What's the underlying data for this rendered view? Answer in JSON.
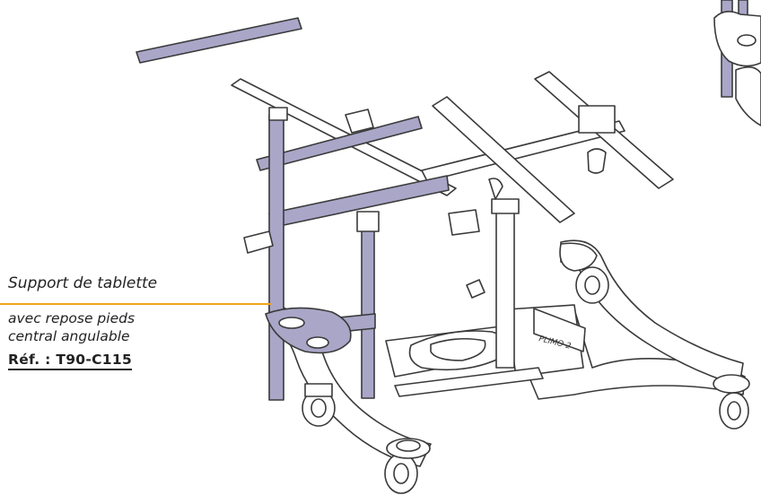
{
  "callout": {
    "title": "Support de tablette",
    "line2": "avec repose pieds",
    "line3": "central angulable",
    "reference": "Réf. : T90-C115"
  },
  "product_mark": "PLIMO 2",
  "colors": {
    "accent_line": "#f2a51c",
    "tablet_support_tubes": "#a9a6c8",
    "frame_outline": "#3a3a3a",
    "frame_fill": "#ffffff"
  }
}
